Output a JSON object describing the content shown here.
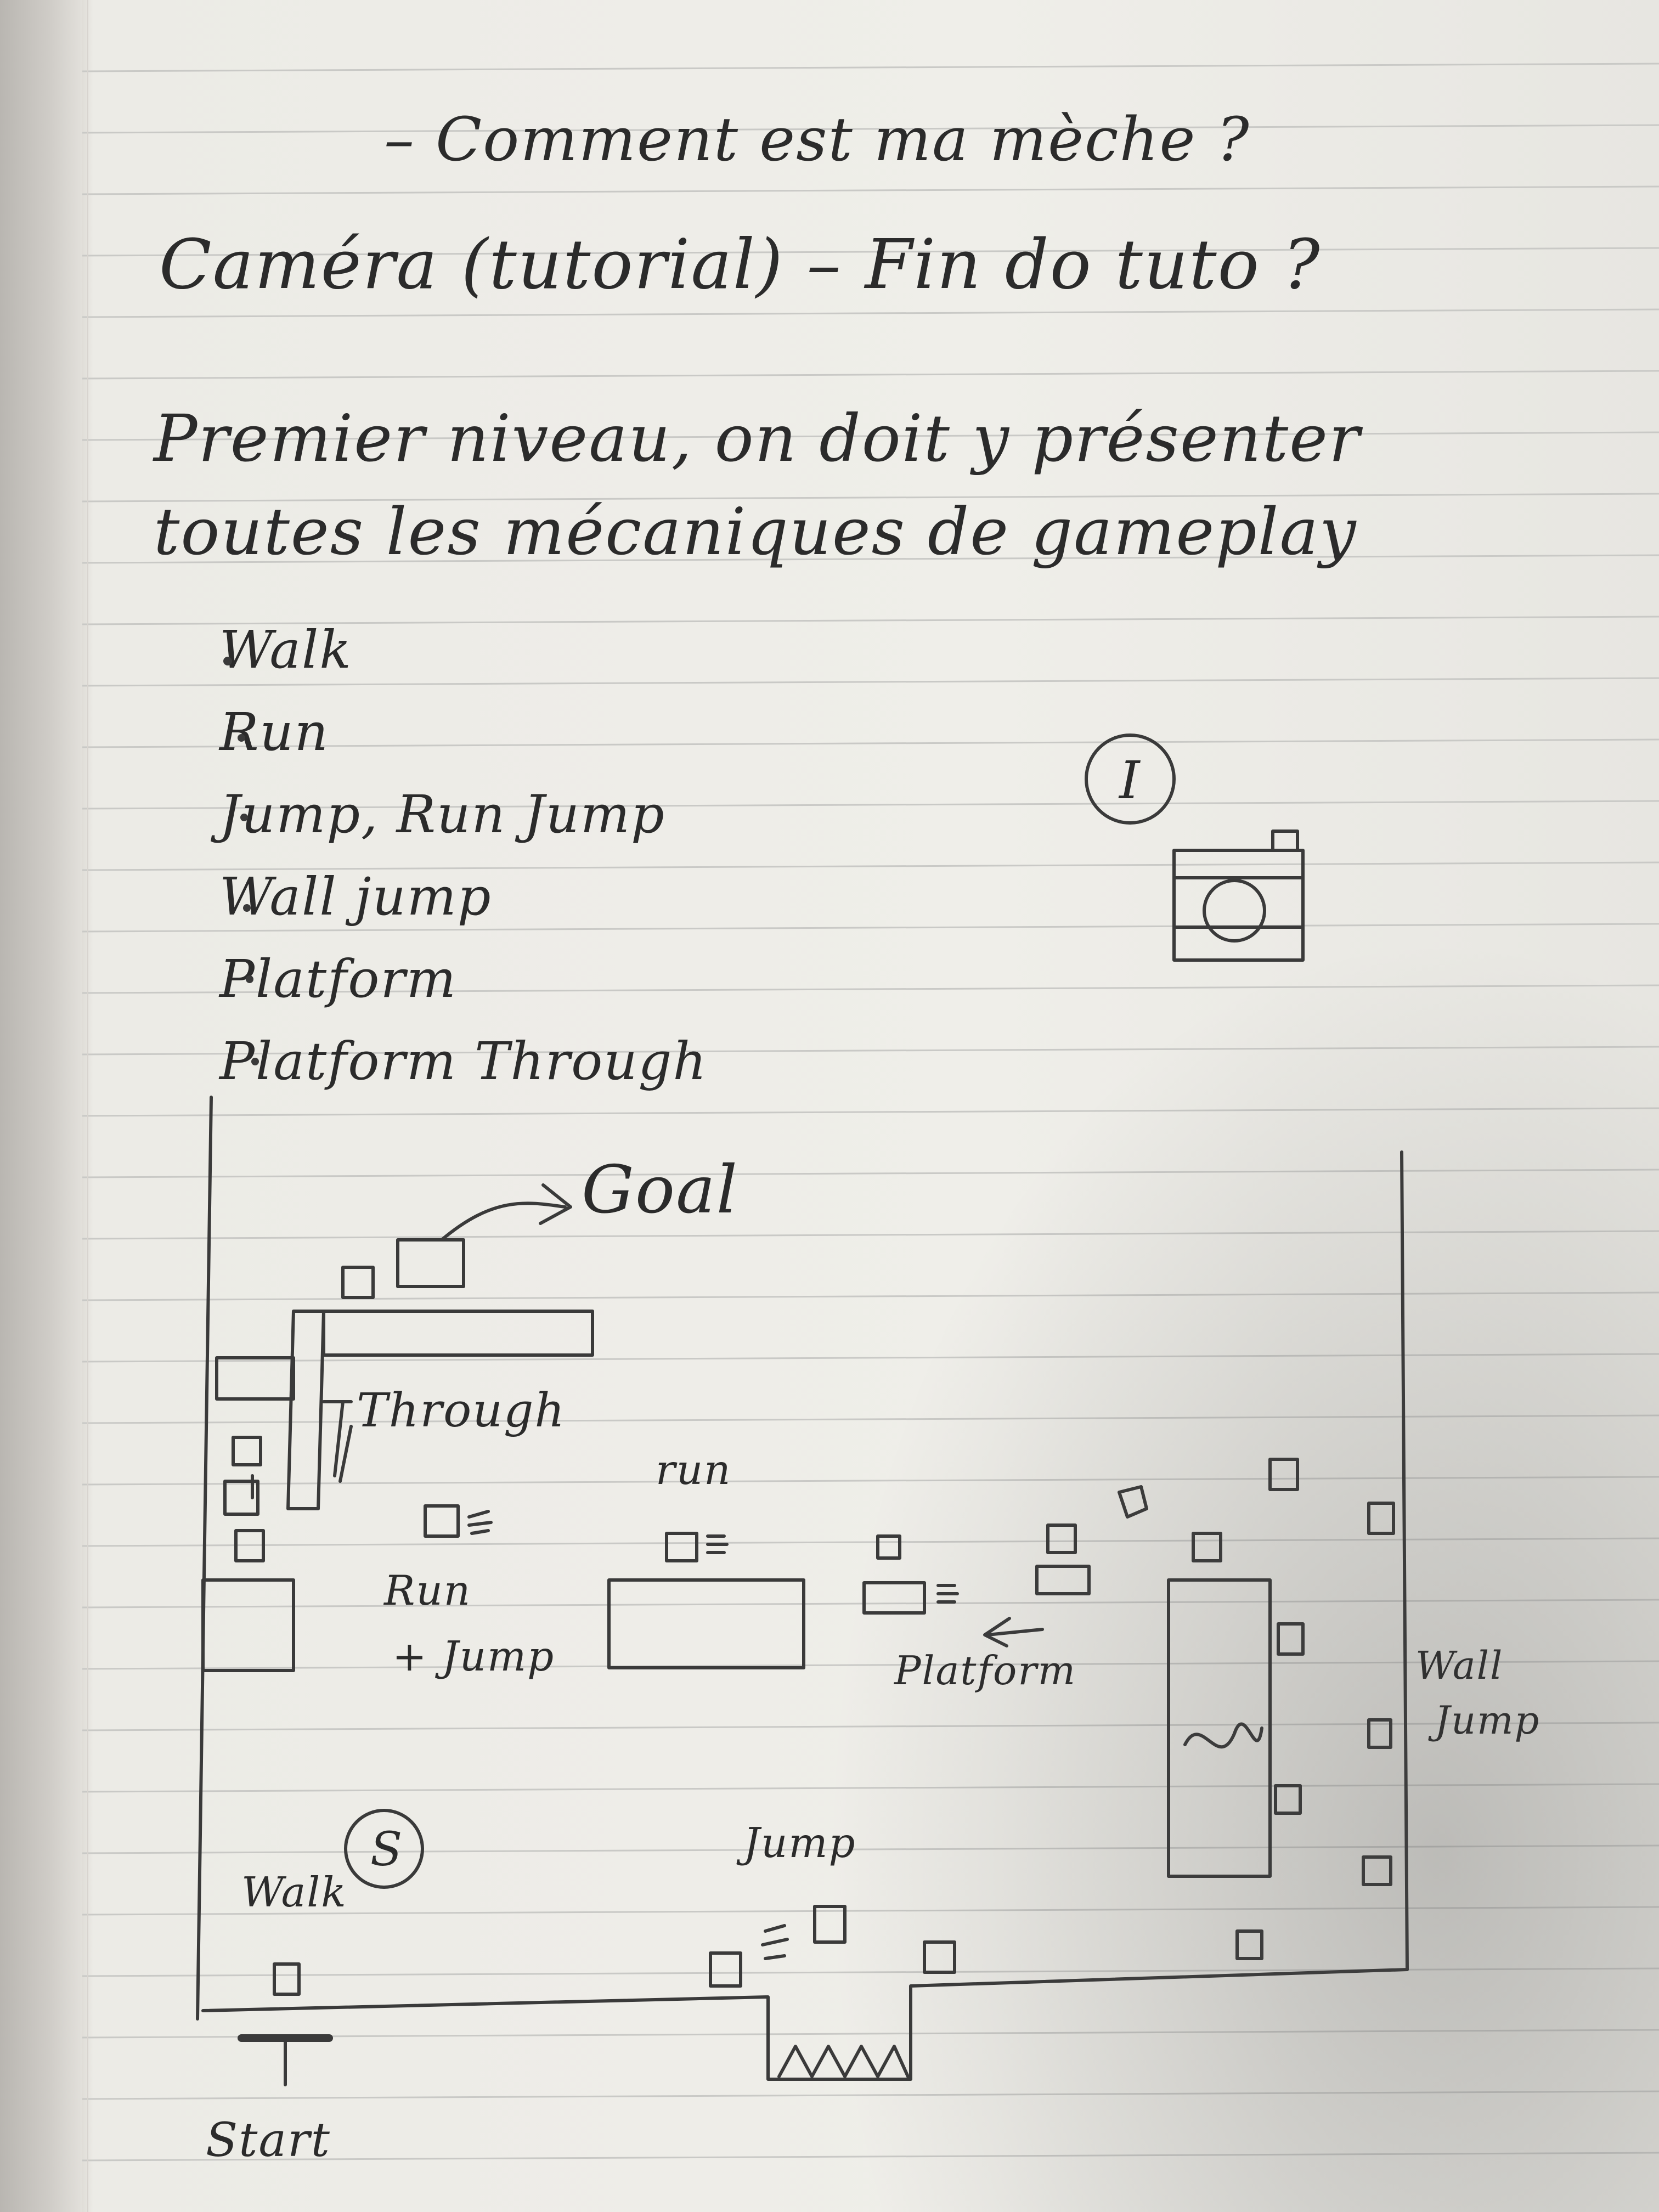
{
  "notes": {
    "line1": "– Comment est ma mèche ?",
    "line2": "Caméra (tutorial) – Fin do tuto ?",
    "line3": "Premier niveau, on doit y présenter",
    "line4": "toutes les mécaniques de gameplay"
  },
  "mechanics": [
    "Walk",
    "Run",
    "Jump, Run Jump",
    "Wall jump",
    "Platform",
    "Platform Through"
  ],
  "sketch": {
    "circle_i": "I",
    "circle_s": "S",
    "goal": "Goal",
    "through": "Through",
    "run": "run",
    "run_jump_1": "Run",
    "run_jump_2": "+ Jump",
    "platform": "Platform",
    "wall_jump_1": "Wall",
    "wall_jump_2": "Jump",
    "jump": "Jump",
    "walk": "Walk",
    "start": "Start"
  },
  "colors": {
    "paper": "#efeee9",
    "ink": "#2b2b2b",
    "rule": "#c9c9c6",
    "pencil": "#3a3a3a"
  }
}
